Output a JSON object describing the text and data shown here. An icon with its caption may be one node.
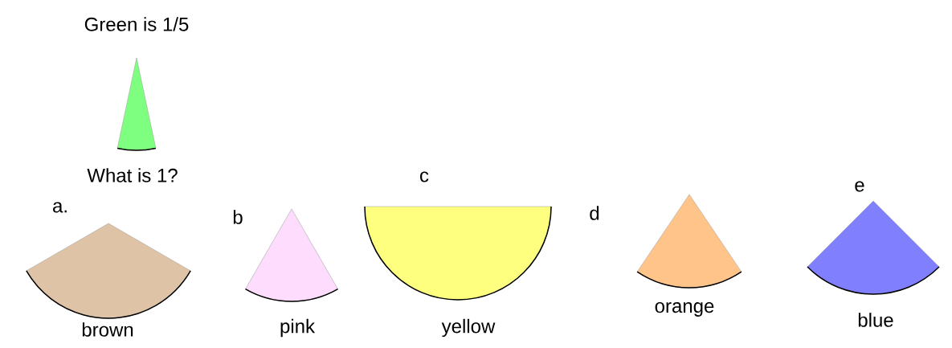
{
  "diagram": {
    "nodes": [
      {
        "text": [],
        "shape": "sector"
      },
      {
        "text": [
          "brown"
        ]
      },
      {
        "text": [
          "pink"
        ]
      },
      {
        "text": [
          "yellow"
        ]
      },
      {
        "text": [
          "orange"
        ]
      },
      {
        "text": [
          "blue"
        ]
      }
    ],
    "labels": [
      "Green is 1/5",
      "What is 1?",
      "a.",
      "b",
      "c",
      "d",
      "e"
    ]
  }
}
